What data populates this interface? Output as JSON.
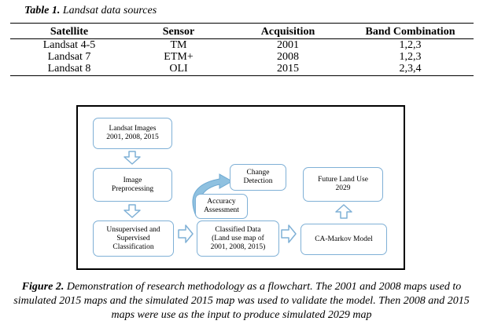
{
  "table": {
    "caption_label": "Table 1.",
    "caption_text": "Landsat data sources",
    "headers": [
      "Satellite",
      "Sensor",
      "Acquisition",
      "Band Combination"
    ],
    "rows": [
      [
        "Landsat 4-5",
        "TM",
        "2001",
        "1,2,3"
      ],
      [
        "Landsat 7",
        "ETM+",
        "2008",
        "1,2,3"
      ],
      [
        "Landsat 8",
        "OLI",
        "2015",
        "2,3,4"
      ]
    ]
  },
  "flowchart": {
    "box_border_color": "#7fb0d6",
    "arrow_fill_color": "#ffffff",
    "curved_arrow_color": "#8fc1e0",
    "nodes": {
      "landsat_images": "Landsat Images\n2001, 2008, 2015",
      "image_preprocessing": "Image\nPreprocessing",
      "classification": "Unsupervised and\nSupervised\nClassification",
      "change_detection": "Change\nDetection",
      "accuracy_assessment": "Accuracy\nAssessment",
      "classified_data": "Classified Data\n(Land use map of\n2001, 2008, 2015)",
      "future_land_use": "Future Land Use\n2029",
      "ca_markov": "CA-Markov Model"
    }
  },
  "figure": {
    "caption_label": "Figure 2.",
    "caption_text": "Demonstration of research methodology as a flowchart. The 2001 and 2008 maps used to simulated 2015 maps and the simulated 2015 map was used to validate the model. Then 2008 and 2015 maps were use as the input to produce simulated 2029 map"
  }
}
